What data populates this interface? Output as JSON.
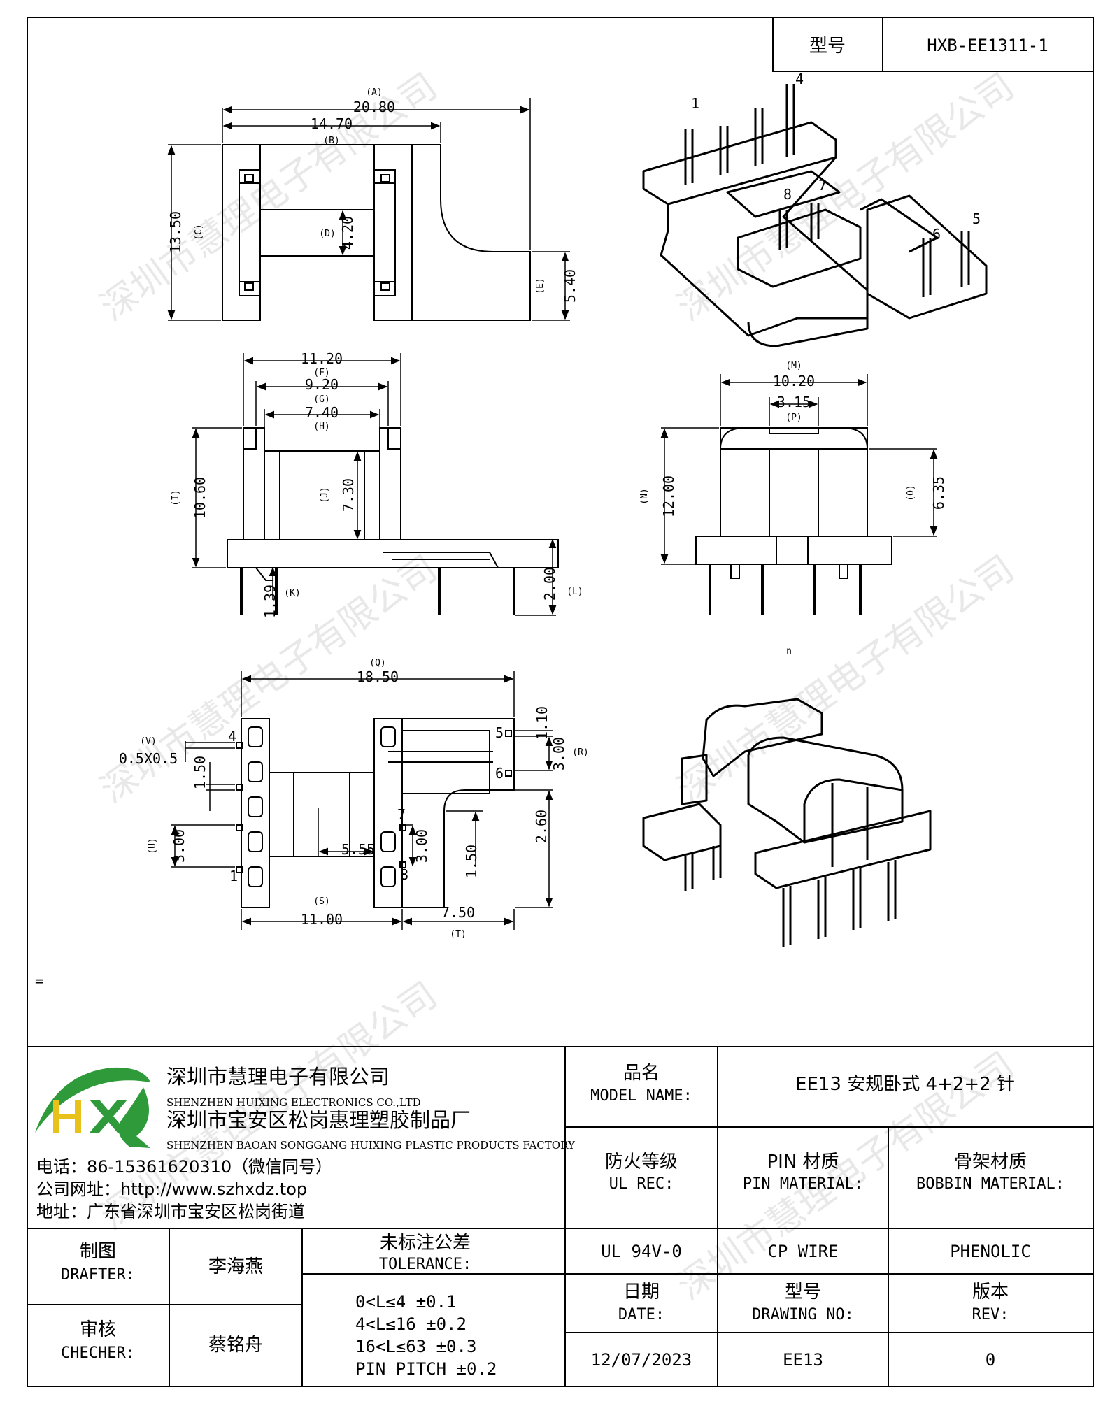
{
  "header": {
    "type_label": "型号",
    "type_value": "HXB-EE1311-1"
  },
  "drawing": {
    "top_view": {
      "A": "(A)",
      "A_val": "20.80",
      "B": "(B)",
      "B_val": "14.70",
      "C": "(C)",
      "C_val": "13.50",
      "D": "(D)",
      "D_val": "4.20",
      "E": "(E)",
      "E_val": "5.40"
    },
    "front_view": {
      "F": "(F)",
      "F_val": "11.20",
      "G": "(G)",
      "G_val": "9.20",
      "H": "(H)",
      "H_val": "7.40",
      "I": "(I)",
      "I_val": "10.60",
      "J": "(J)",
      "J_val": "7.30",
      "K": "(K)",
      "K_val": "1.39",
      "L": "(L)",
      "L_val": "2.00"
    },
    "side_view": {
      "M": "(M)",
      "M_val": "10.20",
      "P": "(P)",
      "P_val": "3.15",
      "N": "(N)",
      "N_val": "12.00",
      "O": "(O)",
      "O_val": "6.35"
    },
    "bottom_view": {
      "Q": "(Q)",
      "Q_val": "18.50",
      "V": "(V)",
      "V_val": "0.5X0.5",
      "dim_150a": "1.50",
      "U": "(U)",
      "U_val": "3.00",
      "dim_555": "5.55",
      "dim_300b": "3.00",
      "dim_150b": "1.50",
      "dim_110": "1.10",
      "R": "(R)",
      "R_val": "3.00",
      "dim_260": "2.60",
      "S": "(S)",
      "S_val": "11.00",
      "T": "(T)",
      "T_val": "7.50"
    },
    "pin_numbers_iso": [
      "1",
      "4",
      "8",
      "7",
      "5",
      "6"
    ],
    "pin_numbers_bottom": [
      "4",
      "1",
      "5",
      "6",
      "7",
      "8"
    ],
    "stray_mark_1": "n",
    "stray_mark_2": "="
  },
  "watermark": "深圳市慧理电子有限公司",
  "company": {
    "name_cn": "深圳市慧理电子有限公司",
    "name_en": "SHENZHEN HUIXING ELECTRONICS CO.,LTD",
    "factory_cn": "深圳市宝安区松岗惠理塑胶制品厂",
    "factory_en": "SHENZHEN BAOAN SONGGANG HUIXING PLASTIC PRODUCTS FACTORY",
    "phone": "电话：86-15361620310（微信同号）",
    "website": "公司网址：http://www.szhxdz.top",
    "address": "地址：广东省深圳市宝安区松岗街道",
    "logo_text": "HX",
    "colors": {
      "logo_green": "#2e9a3a",
      "logo_yellow": "#e8c21a"
    }
  },
  "title_block": {
    "model_name_cn": "品名",
    "model_name_en": "MODEL NAME:",
    "model_name_value": "EE13 安规卧式 4+2+2 针",
    "ul_cn": "防火等级",
    "ul_en": "UL REC:",
    "pin_mat_cn": "PIN 材质",
    "pin_mat_en": "PIN MATERIAL:",
    "bobbin_cn": "骨架材质",
    "bobbin_en": "BOBBIN MATERIAL:",
    "ul_value": "UL 94V-0",
    "pin_mat_value": "CP WIRE",
    "bobbin_value": "PHENOLIC",
    "drafter_cn": "制图",
    "drafter_en": "DRAFTER:",
    "drafter_value": "李海燕",
    "checker_cn": "审核",
    "checker_en": "CHECHER:",
    "checker_value": "蔡铭舟",
    "tolerance_cn": "未标注公差",
    "tolerance_en": "TOLERANCE:",
    "tolerance_lines": [
      "0<L≤4  ±0.1",
      "4<L≤16 ±0.2",
      "16<L≤63 ±0.3",
      "PIN PITCH ±0.2"
    ],
    "date_cn": "日期",
    "date_en": "DATE:",
    "date_value": "12/07/2023",
    "drawing_no_cn": "型号",
    "drawing_no_en": "DRAWING NO:",
    "drawing_no_value": "EE13",
    "rev_cn": "版本",
    "rev_en": "REV:",
    "rev_value": "0"
  }
}
